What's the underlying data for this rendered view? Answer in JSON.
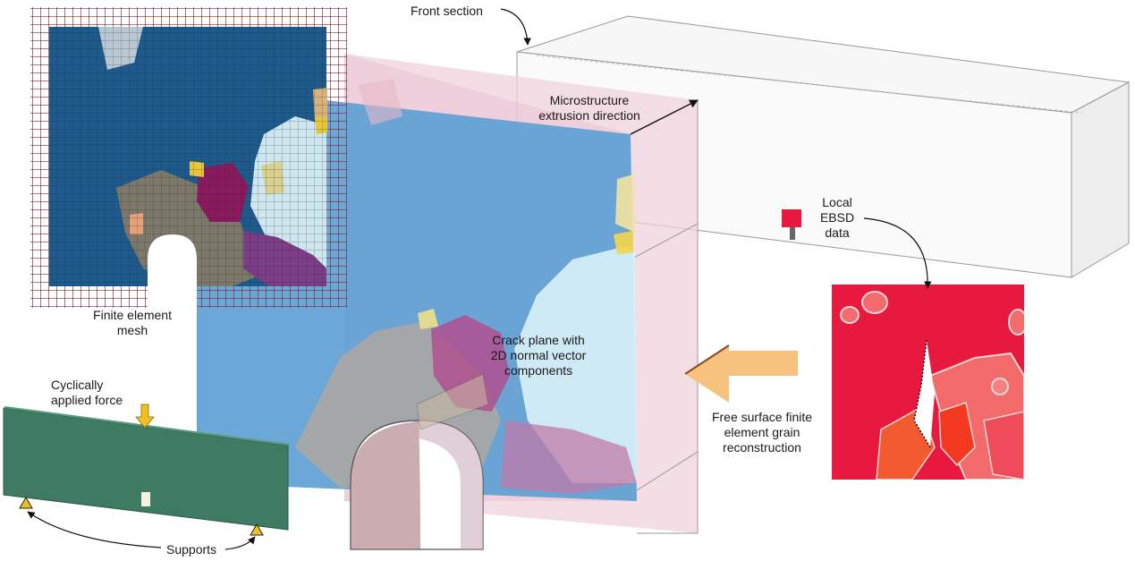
{
  "labels": {
    "front_section": "Front section",
    "microstructure_line1": "Microstructure",
    "microstructure_line2": "extrusion direction",
    "local_ebsd_line1": "Local",
    "local_ebsd_line2": "EBSD",
    "local_ebsd_line3": "data",
    "fe_mesh_line1": "Finite element",
    "fe_mesh_line2": "mesh",
    "cyclic_line1": "Cyclically",
    "cyclic_line2": "applied force",
    "crack_line1": "Crack plane with",
    "crack_line2": "2D normal vector",
    "crack_line3": "components",
    "free_surface_line1": "Free surface finite",
    "free_surface_line2": "element grain",
    "free_surface_line3": "reconstruction",
    "supports": "Supports"
  },
  "colors": {
    "mesh_line": "#7a2a35",
    "grain_blue": "#1f5a8c",
    "grain_light": "#cfe6ee",
    "grain_grey": "#7d786a",
    "grain_magenta": "#8a1a5e",
    "grain_purple": "#7a3d86",
    "grain_yellow": "#e8c53a",
    "extrusion_blue": "#5b9fd4",
    "pink_veil": "#e8b4c8",
    "beam_green": "#3f7a63",
    "arrow_orange": "#f7c27e",
    "arrow_yellow": "#f0c020",
    "ebsd_red": "#e8193e"
  }
}
